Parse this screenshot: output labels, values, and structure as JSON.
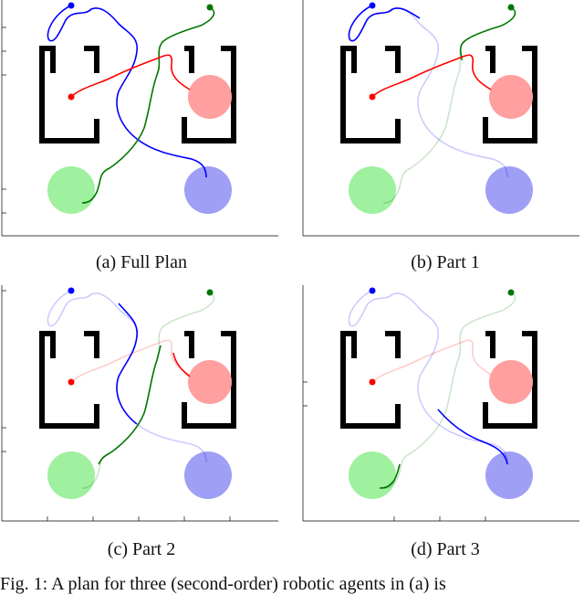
{
  "figure": {
    "captions": {
      "a": "(a) Full Plan",
      "b": "(b) Part 1",
      "c": "(c) Part 2",
      "d": "(d) Part 3"
    },
    "figure_caption": "Fig. 1: A plan for three (second-order) robotic agents in (a) is"
  },
  "colors": {
    "red_agent": "#ff0000",
    "green_agent": "#007700",
    "blue_agent": "#0000ff",
    "red_goal": "#ff9f9f",
    "green_goal": "#9ff09f",
    "blue_goal": "#9f9ff5",
    "walls": "#000000"
  },
  "scene": {
    "agents": [
      "red",
      "green",
      "blue"
    ],
    "panels": [
      {
        "id": "a",
        "emphasis": {
          "red": "full",
          "green": "full",
          "blue": "full"
        }
      },
      {
        "id": "b",
        "emphasis": {
          "red": "strong",
          "green": "partial-top",
          "blue": "faint-top"
        }
      },
      {
        "id": "c",
        "emphasis": {
          "red": "faint",
          "green": "mid",
          "blue": "mid"
        }
      },
      {
        "id": "d",
        "emphasis": {
          "red": "faint",
          "green": "end",
          "blue": "end"
        }
      }
    ]
  }
}
